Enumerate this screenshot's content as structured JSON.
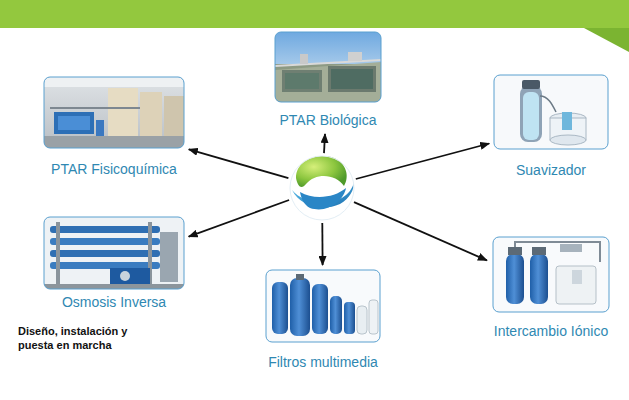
{
  "diagram": {
    "nodes": [
      {
        "text": [
          "PTAR Biológica"
        ]
      },
      {
        "text": [
          "PTAR Fisicoquímica"
        ]
      },
      {
        "text": [
          "Suavizador"
        ]
      },
      {
        "text": []
      },
      {
        "text": [
          "Osmosis Inversa"
        ]
      },
      {
        "text": [
          "Intercambio Iónico"
        ]
      },
      {
        "text": [
          "Filtros multimedia"
        ]
      }
    ],
    "edges": [
      {
        "from": 3,
        "to": 0,
        "arrow": "to"
      },
      {
        "from": 3,
        "to": 1,
        "arrow": "to"
      },
      {
        "from": 3,
        "to": 2,
        "arrow": "to"
      },
      {
        "from": 3,
        "to": 4,
        "arrow": "to"
      },
      {
        "from": 3,
        "to": 5,
        "arrow": "to"
      },
      {
        "from": 3,
        "to": 6,
        "arrow": "to"
      }
    ],
    "labels": [
      "Diseño, instalación y puesta en marcha"
    ]
  }
}
